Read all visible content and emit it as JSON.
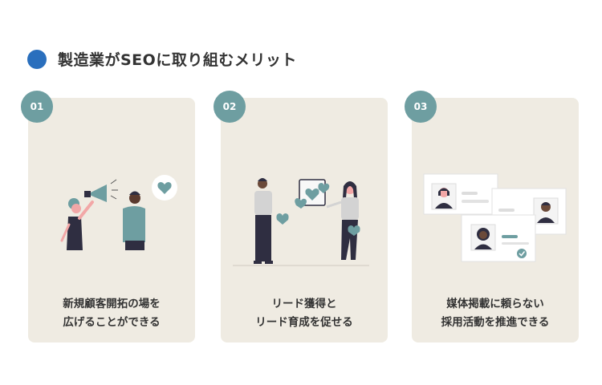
{
  "heading": {
    "title": "製造業がSEOに取り組むメリット",
    "bullet_color": "#2a6fbd"
  },
  "colors": {
    "card_bg": "#efebe2",
    "badge_bg": "#6e9ea1",
    "accent_teal": "#6e9ea1",
    "dark_figure": "#2f2e41"
  },
  "cards": [
    {
      "number": "01",
      "caption_line1": "新規顧客開拓の場を",
      "caption_line2": "広げることができる",
      "illustration": "megaphone-announcement"
    },
    {
      "number": "02",
      "caption_line1": "リード獲得と",
      "caption_line2": "リード育成を促せる",
      "illustration": "two-people-exchanging-hearts"
    },
    {
      "number": "03",
      "caption_line1": "媒体掲載に頼らない",
      "caption_line2": "採用活動を推進できる",
      "illustration": "candidate-profile-cards"
    }
  ]
}
